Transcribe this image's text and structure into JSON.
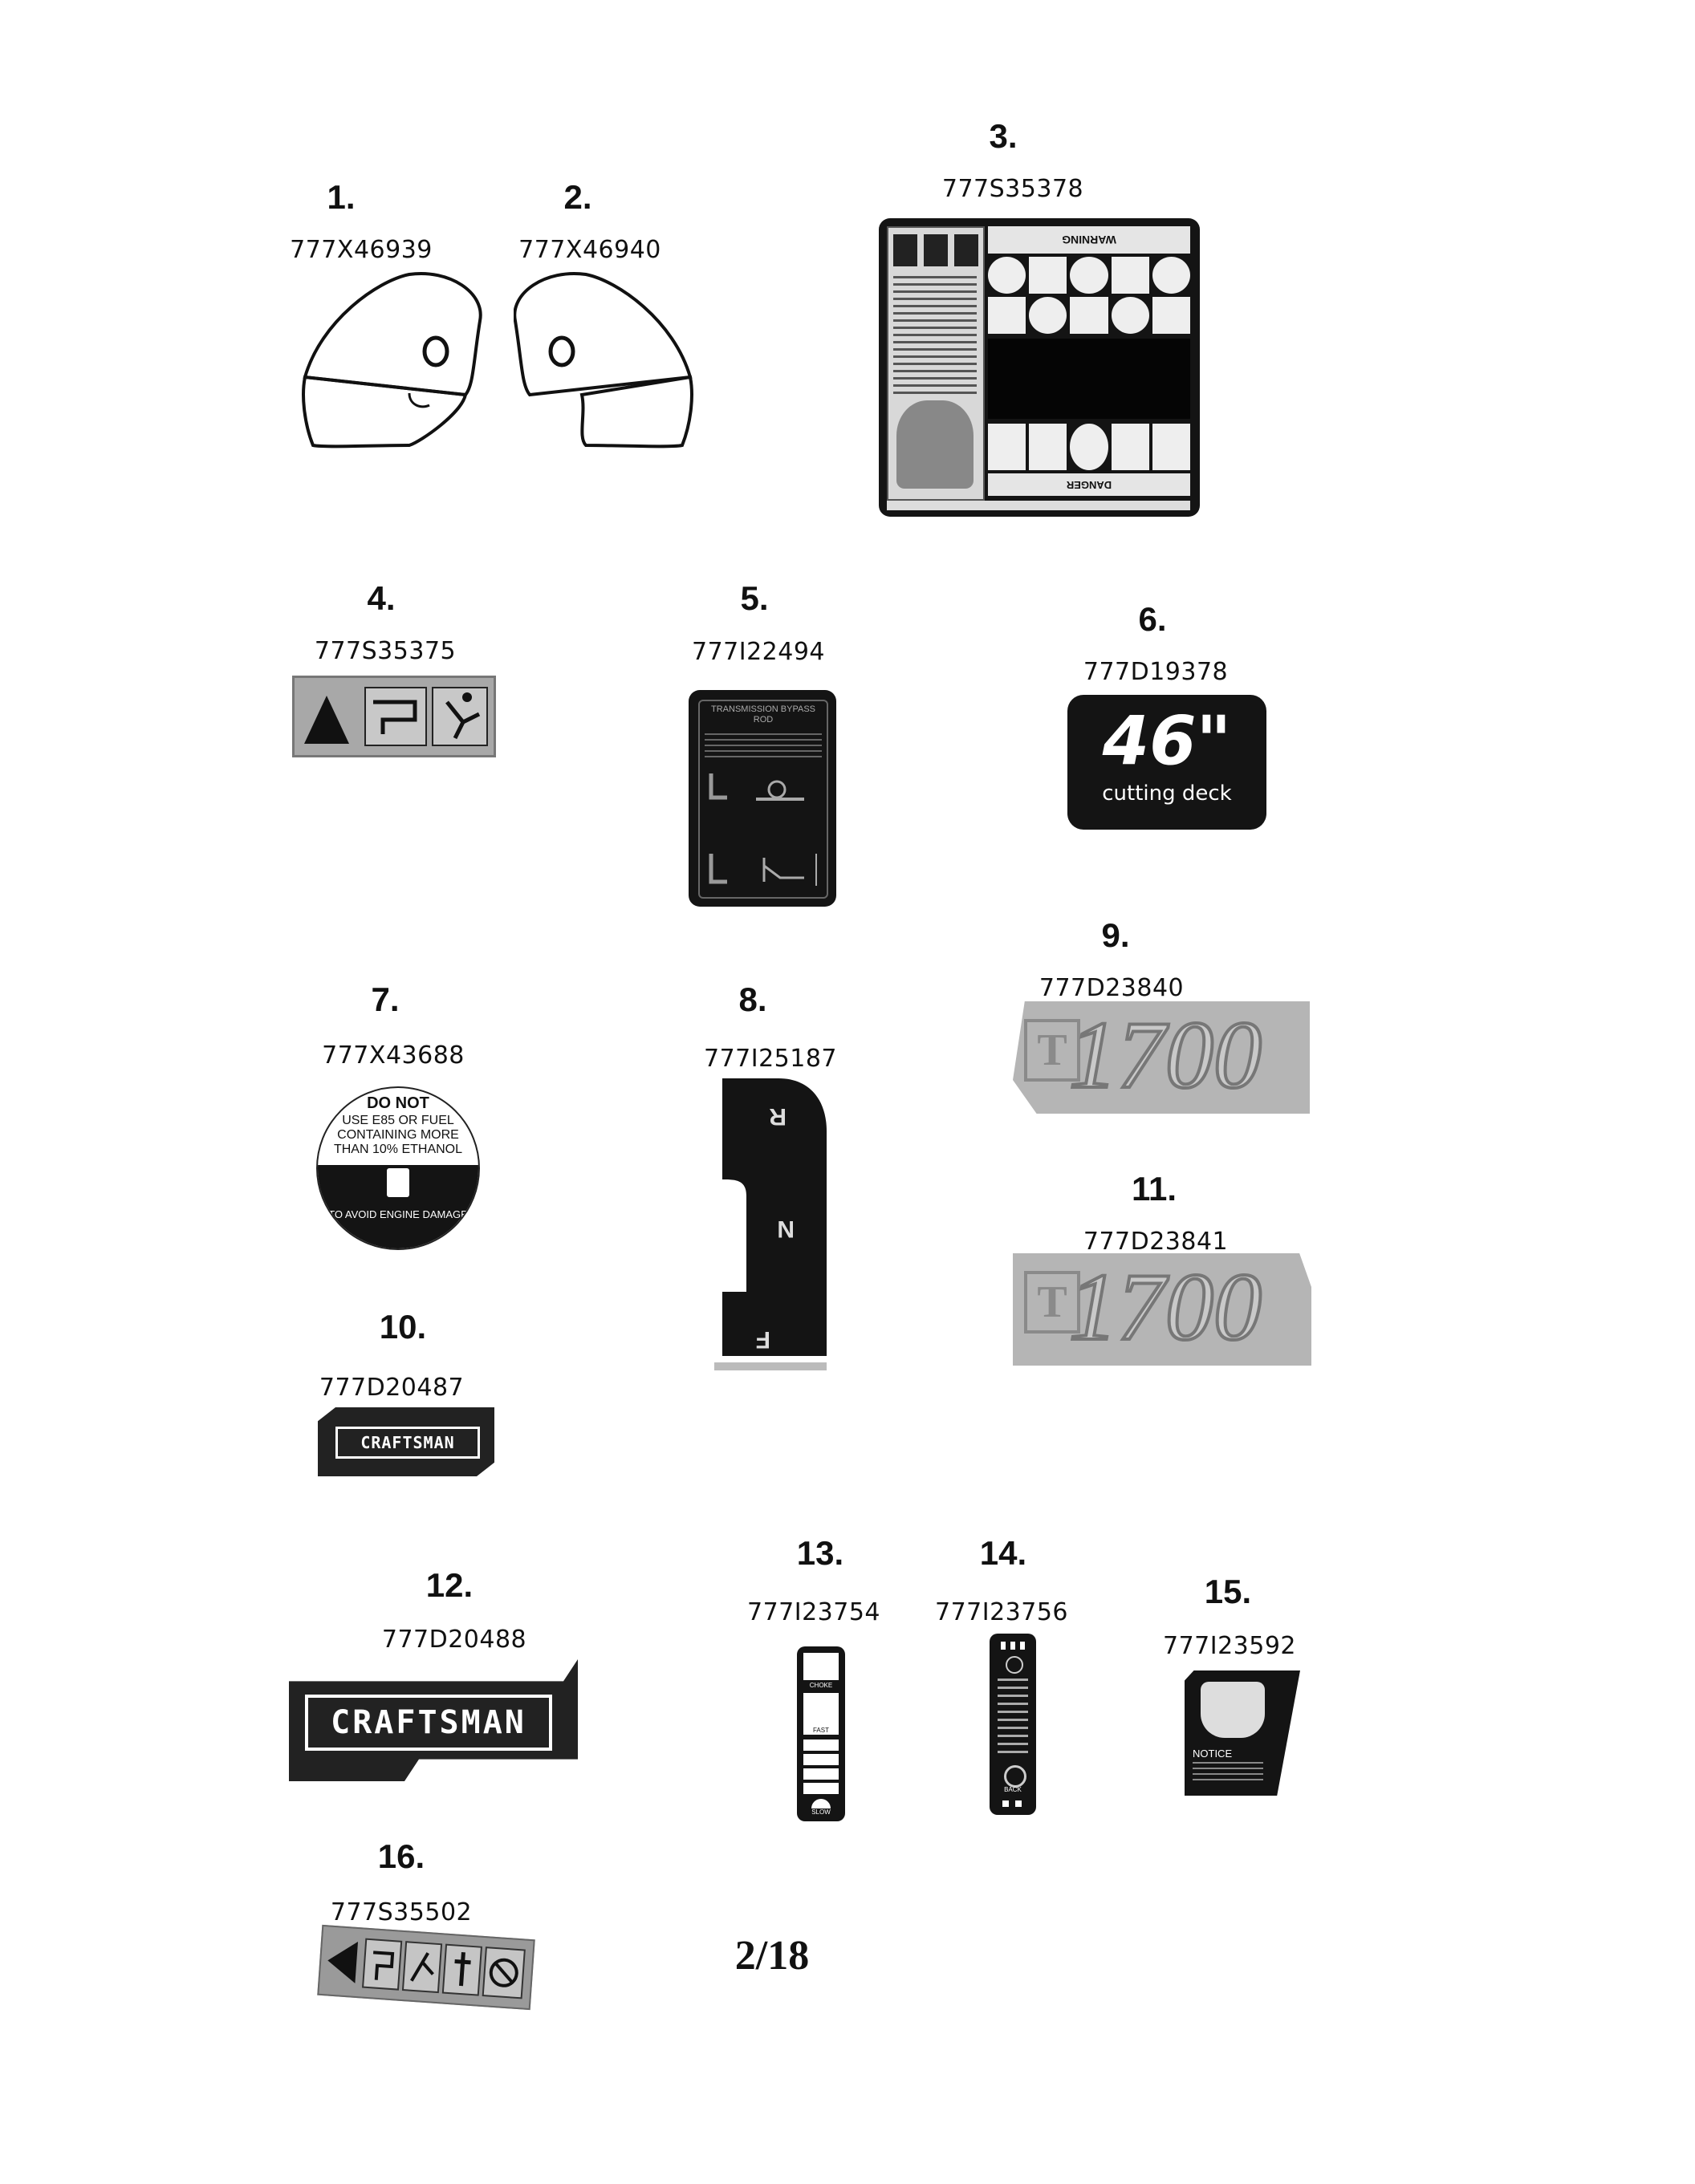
{
  "parts": [
    {
      "num": "1.",
      "pn": "777X46939"
    },
    {
      "num": "2.",
      "pn": "777X46940"
    },
    {
      "num": "3.",
      "pn": "777S35378",
      "top_text": "WARNING",
      "bottom_text": "DANGER"
    },
    {
      "num": "4.",
      "pn": "777S35375"
    },
    {
      "num": "5.",
      "pn": "777I22494",
      "title": "TRANSMISSION BYPASS ROD"
    },
    {
      "num": "6.",
      "pn": "777D19378",
      "big": "46\"",
      "small": "cutting deck"
    },
    {
      "num": "7.",
      "pn": "777X43688",
      "line1": "DO NOT",
      "line2": "USE E85 OR FUEL",
      "line3": "CONTAINING MORE",
      "line4": "THAN 10% ETHANOL",
      "ring": "TO AVOID ENGINE DAMAGE"
    },
    {
      "num": "8.",
      "pn": "777I25187",
      "labels": [
        "R",
        "N",
        "F"
      ]
    },
    {
      "num": "9.",
      "pn": "777D23840",
      "prefix": "T",
      "model": "1700"
    },
    {
      "num": "10.",
      "pn": "777D20487",
      "brand": "CRAFTSMAN"
    },
    {
      "num": "11.",
      "pn": "777D23841",
      "prefix": "T",
      "model": "1700"
    },
    {
      "num": "12.",
      "pn": "777D20488",
      "brand": "CRAFTSMAN"
    },
    {
      "num": "13.",
      "pn": "777I23754",
      "top": "CHOKE",
      "mid": "FAST",
      "bottom": "SLOW"
    },
    {
      "num": "14.",
      "pn": "777I23756",
      "bottom": "BACK"
    },
    {
      "num": "15.",
      "pn": "777I23592",
      "notice": "NOTICE"
    },
    {
      "num": "16.",
      "pn": "777S35502"
    }
  ],
  "page": {
    "number": "2/18"
  },
  "colors": {
    "ink": "#111111",
    "decal_dark": "#141414",
    "decal_gray": "#a8a8a8"
  }
}
